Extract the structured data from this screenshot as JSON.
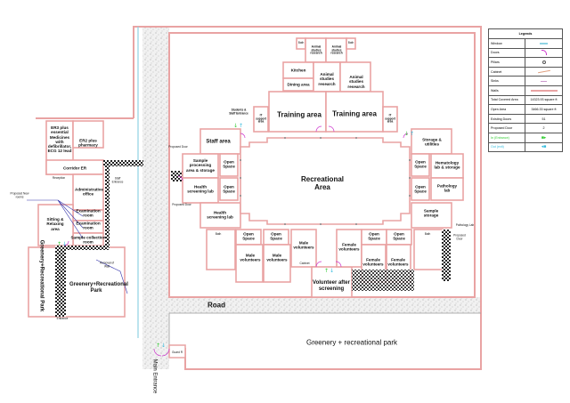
{
  "legend": {
    "title": "Legends",
    "rows": [
      {
        "key": "Window",
        "symbol": "window-symbol"
      },
      {
        "key": "Doors",
        "symbol": "door-symbol"
      },
      {
        "key": "Pillars",
        "symbol": "pillar-symbol"
      },
      {
        "key": "Cabinet",
        "symbol": "cabinet-symbol"
      },
      {
        "key": "Sinks",
        "symbol": "sink-symbol"
      },
      {
        "key": "Walls",
        "symbol": "wall-symbol"
      }
    ],
    "total_covered_area_label": "Total Covered Area",
    "total_covered_area_value": "14323.93 square ft",
    "open_area_label": "Open Area",
    "open_area_value": "3466.33 square ft",
    "existing_doors_label": "Existing Doors",
    "existing_doors_value": "51",
    "proposed_door_label": "Proposed Door",
    "proposed_door_value": "2",
    "in_label": "In (Entrance)",
    "out_label": "Out (exit)"
  },
  "colors": {
    "wall": "#e9a3a3",
    "window": "#8fd3e3",
    "door": "#cc33cc",
    "in": "#33cc33",
    "out": "#33bbdd"
  },
  "annex": {
    "er3": "ER3 plus essential Medicines with defibrillator, ECG 12 lead",
    "er2": "ER2 plus pharmacy",
    "corridor": "Corridor ER",
    "reception": "Reception",
    "admin": "Administrative office",
    "proposed_rooms": "Proposed New rooms",
    "exam1": "Examination room",
    "exam2": "Examination room",
    "sitting": "Sitting & Relaxing area",
    "sample_collection": "Sample collection room",
    "staff_entrance": "Staff Entrance",
    "park_vertical": "Greenery+Recreational Park",
    "park": "Greenery+Recreational Park",
    "removal": "Removal of Wall",
    "entrance": "Entrance"
  },
  "main": {
    "bath_top_left": "Bath",
    "animal_top_1": "Animal studies research",
    "animal_top_2": "Animal studies research",
    "bath_top_right": "Bath",
    "kitchen": "Kitchen",
    "dining": "Dining area",
    "animal_mid": "Animal studies research",
    "animal_right": "Animal studies research",
    "students_entrance": "Students & Staff Entrance",
    "it_left": "IT support area",
    "training_1": "Training area",
    "training_2": "Training area",
    "it_right": "IT support area",
    "staff_area": "Staff area",
    "sample_processing": "Sample processing area & storage",
    "health_lab_1": "Health screening lab",
    "health_lab_2": "Health screening lab",
    "open_l1": "Open Space",
    "open_l2": "Open Space",
    "proposed_door_1": "Proposed Door",
    "proposed_door_2": "Proposed Door",
    "recreational": "Recreational Area",
    "storage_utilities": "Storage & utilities",
    "hematology": "Hematology lab & storage",
    "pathology": "Pathology lab",
    "sample_storage": "Sample storage",
    "open_r1": "Open Space",
    "open_r2": "Open Space",
    "pathology_lab_note": "Pathology Lab",
    "proposed_door_3": "Proposed Door",
    "bath_bottom_left": "Bath",
    "open_b1": "Open Space",
    "open_b2": "Open Space",
    "male_1": "Male volunteers",
    "male_2": "Male volunteers",
    "male_3": "Male volunteers",
    "volunteer_after": "Volunteer after screening",
    "female_1": "Female volunteers",
    "open_b3": "Open Space",
    "open_b4": "Open Space",
    "female_2": "Female volunteers",
    "female_3": "Female volunteers",
    "bath_bottom_right": "Bath",
    "cabinet": "Cabinet",
    "road": "Road",
    "park": "Greenery + recreational park",
    "main_entrance": "Main Entrance",
    "guard": "Guard R"
  }
}
